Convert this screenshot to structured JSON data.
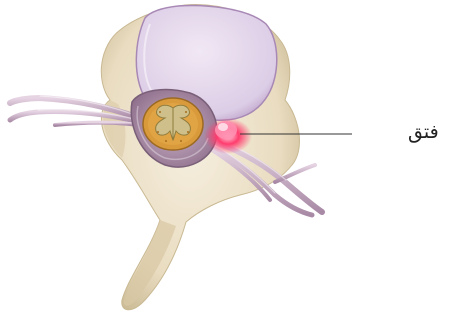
{
  "diagram": {
    "callout_label": "فتق",
    "colors": {
      "bone": "#efe6d2",
      "bone_shade": "#c9b993",
      "disc": "#e3d6ea",
      "disc_edge": "#b89bc4",
      "spinal_cord": "#d99a3b",
      "nerve": "#c7aec6",
      "herniation": "#ff3d6e",
      "leader_line": "#333333"
    },
    "icons": [
      "vertebra-illustration",
      "herniation-highlight"
    ]
  }
}
